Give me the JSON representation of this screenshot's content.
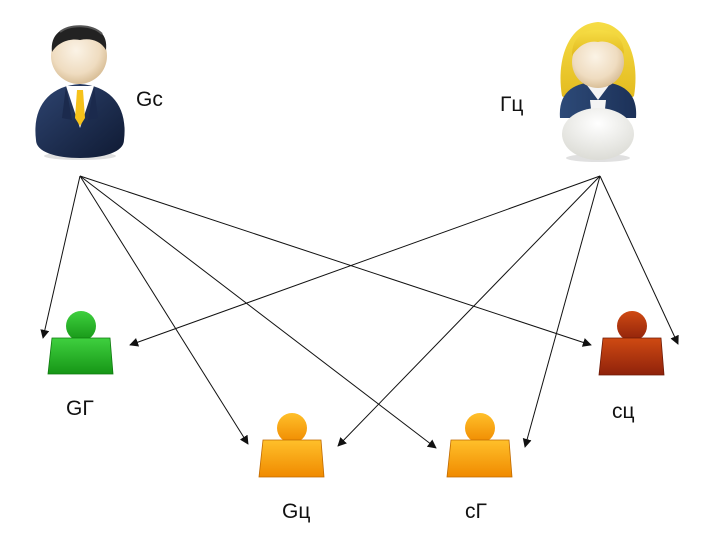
{
  "parents": {
    "father": {
      "label": "Gc"
    },
    "mother": {
      "label": "Гц"
    }
  },
  "offspring": [
    {
      "label": "GГ",
      "color": "#22b222"
    },
    {
      "label": "Gц",
      "color": "#f5a000"
    },
    {
      "label": "сГ",
      "color": "#f5a000"
    },
    {
      "label": "сц",
      "color": "#b23a10"
    }
  ],
  "edges": [
    {
      "from": "father",
      "to": "GГ"
    },
    {
      "from": "father",
      "to": "Gц"
    },
    {
      "from": "father",
      "to": "сГ"
    },
    {
      "from": "father",
      "to": "сц"
    },
    {
      "from": "mother",
      "to": "GГ"
    },
    {
      "from": "mother",
      "to": "Gц"
    },
    {
      "from": "mother",
      "to": "сГ"
    },
    {
      "from": "mother",
      "to": "сц"
    }
  ],
  "icons": {
    "father": "businessman-avatar-icon",
    "mother": "woman-avatar-icon",
    "offspring": "person-silhouette-icon"
  }
}
